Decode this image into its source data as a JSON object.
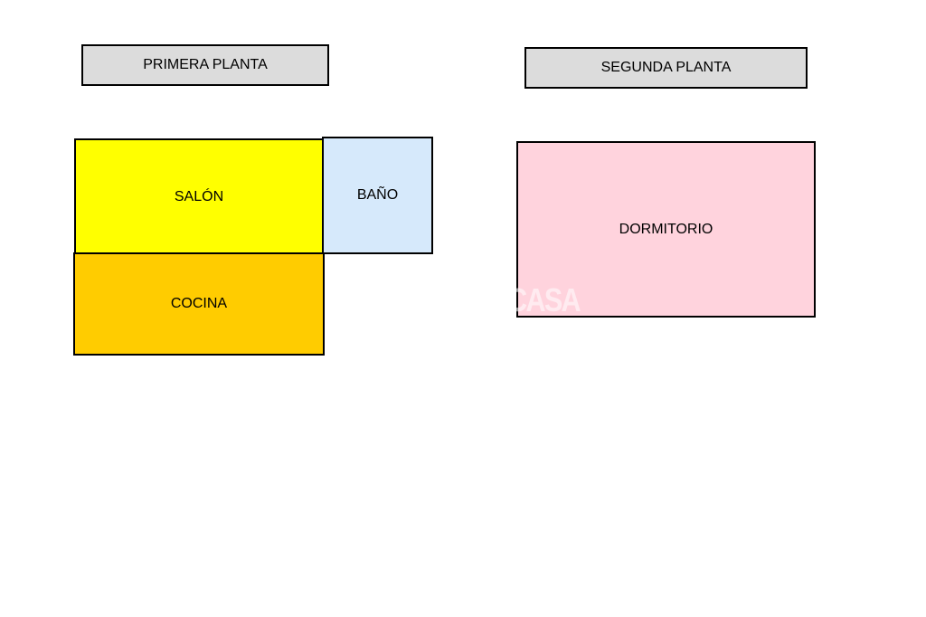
{
  "floors": {
    "first": {
      "title": "PRIMERA PLANTA",
      "rooms": {
        "salon": {
          "label": "SALÓN",
          "color": "#ffff00"
        },
        "bano": {
          "label": "BAÑO",
          "color": "#d6e9fb"
        },
        "cocina": {
          "label": "COCINA",
          "color": "#ffcc00"
        }
      }
    },
    "second": {
      "title": "SEGUNDA PLANTA",
      "rooms": {
        "dormitorio": {
          "label": "DORMITORIO",
          "color": "#ffd3dd"
        }
      }
    }
  },
  "watermark": "CASA",
  "colors": {
    "header_fill": "#dcdcdc",
    "border": "#000000",
    "background": "#ffffff"
  }
}
